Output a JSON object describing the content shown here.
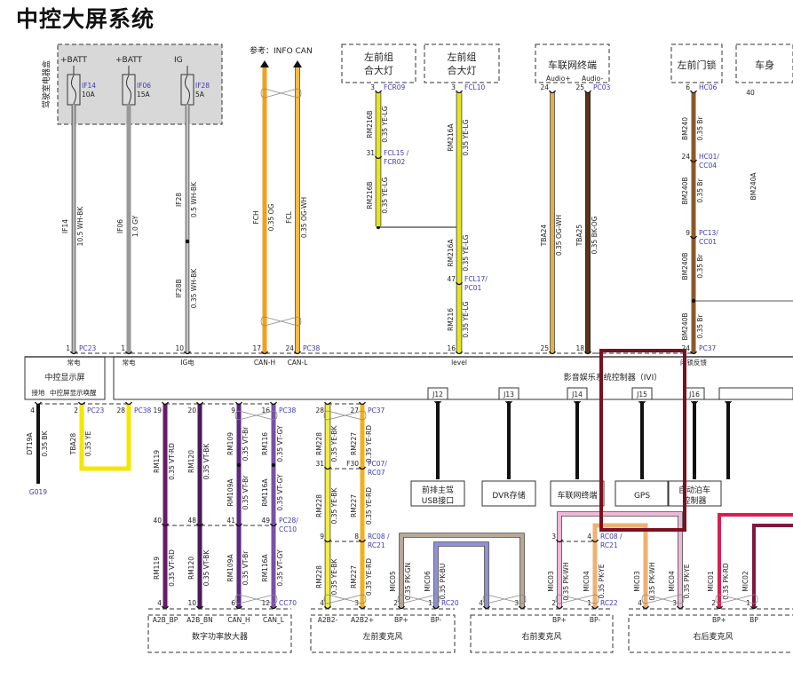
{
  "title": "中控大屏系统",
  "highlight_color": "#7a1020",
  "fuse_box": {
    "label": "驾驶室电器盒",
    "fuses": [
      {
        "supply": "+BATT",
        "id": "IF14",
        "rating": "10A"
      },
      {
        "supply": "+BATT",
        "id": "IF06",
        "rating": "15A"
      },
      {
        "supply": "IG",
        "id": "IF28",
        "rating": "5A"
      }
    ]
  },
  "can_ref": "参考：INFO CAN",
  "top_components": [
    {
      "lines": [
        "左前组",
        "合大灯"
      ],
      "pins": []
    },
    {
      "lines": [
        "左前组",
        "合大灯"
      ],
      "pins": []
    },
    {
      "lines": [
        "车联网终端"
      ],
      "pins": [
        "Audio+",
        "Audio-"
      ]
    },
    {
      "lines": [
        "左前门锁"
      ],
      "pins": []
    },
    {
      "lines": [
        "车身"
      ],
      "pins": []
    }
  ],
  "partial_right": {
    "pin": "40",
    "wire": "BM240A"
  },
  "display": {
    "name": "中控显示屏",
    "top_pins": [
      "常电"
    ],
    "bottom_pins": [
      "接地",
      "中控屏显示唤醒"
    ]
  },
  "ivi": {
    "name": "影音娱乐系统控制器（IVI）",
    "top_pins": [
      "常电",
      "IG电",
      "CAN-H",
      "CAN-L",
      "level",
      "闭锁反馈"
    ],
    "outputs": [
      {
        "j": "J12",
        "device": [
          "前排主驾",
          "USB接口"
        ]
      },
      {
        "j": "J13",
        "device": [
          "DVR存储"
        ]
      },
      {
        "j": "J14",
        "device": [
          "车联网终端"
        ]
      },
      {
        "j": "J15",
        "device": [
          "GPS"
        ]
      },
      {
        "j": "J16",
        "device": [
          "自动泊车",
          "控制器"
        ]
      },
      {
        "j": "",
        "device": []
      }
    ]
  },
  "bottom_components": [
    {
      "name": "数字功率放大器",
      "pins": [
        "A2B_BP",
        "A2B_BN",
        "CAN_H",
        "CAN_L"
      ]
    },
    {
      "name": "左前麦克风",
      "pins": [
        "A2B2-",
        "A2B2+",
        "BP+",
        "BP-"
      ]
    },
    {
      "name": "右前麦克风",
      "pins": [
        "BP+",
        "BP-"
      ]
    },
    {
      "name": "右后麦克风",
      "pins": [
        "BP+",
        "BP"
      ]
    }
  ],
  "ground": "G019",
  "wires": [
    {
      "color": "#b8b8b8",
      "segments": [
        {
          "code": "IF14",
          "spec": "10.5 WH-BK"
        }
      ],
      "pins": [
        {
          "n": "1",
          "c": [
            "PC23"
          ]
        }
      ]
    },
    {
      "color": "#9a9a9a",
      "segments": [
        {
          "code": "IF06",
          "spec": "1.0 GY"
        }
      ],
      "pins": [
        {
          "n": "1",
          "c": []
        }
      ]
    },
    {
      "color": "#c4c4c4",
      "segments": [
        {
          "code": "IF28",
          "spec": "0.5 WH-BK"
        },
        {
          "code": "IF28B",
          "spec": "0.35 WH-BK"
        }
      ],
      "pins": [
        {
          "n": "10",
          "c": []
        }
      ]
    },
    {
      "color": "#f0a020",
      "segments": [
        {
          "code": "FCH",
          "spec": "0.35 OG"
        }
      ],
      "pins": [
        {
          "n": "17",
          "c": []
        }
      ]
    },
    {
      "color": "#f5bc45",
      "segments": [
        {
          "code": "FCL",
          "spec": "0.35 OG-WH"
        }
      ],
      "pins": [
        {
          "n": "24",
          "c": [
            "PC38"
          ]
        }
      ]
    },
    {
      "color": "#e6e620",
      "segments": [
        {
          "code": "RM216B",
          "spec": "0.35 YE-LG"
        },
        {
          "code": "RM216B",
          "spec": "0.35 YE-LG"
        }
      ],
      "pins": [
        {
          "n": "3",
          "c": [
            "FCR09"
          ]
        },
        {
          "n": "31",
          "c": [
            "FCL15 /",
            "FCR02"
          ]
        }
      ]
    },
    {
      "color": "#e6e620",
      "segments": [
        {
          "code": "RM216A",
          "spec": "0.35 YE-LG"
        },
        {
          "code": "RM216A",
          "spec": "0.35 YE-LG"
        },
        {
          "code": "RM216",
          "spec": "0.35 YE-LG"
        }
      ],
      "pins": [
        {
          "n": "3",
          "c": [
            "FCL10"
          ]
        },
        {
          "n": "47",
          "c": [
            "FCL17/",
            "PC01"
          ]
        },
        {
          "n": "16",
          "c": []
        }
      ]
    },
    {
      "color": "#e8b040",
      "segments": [
        {
          "code": "TBA24",
          "spec": "0.35 OG-WH"
        }
      ],
      "pins": [
        {
          "n": "24",
          "c": []
        },
        {
          "n": "25",
          "c": []
        }
      ]
    },
    {
      "color": "#5a3414",
      "segments": [
        {
          "code": "TBA25",
          "spec": "0.35 BK-OG"
        }
      ],
      "pins": [
        {
          "n": "25",
          "c": [
            "PC03"
          ]
        },
        {
          "n": "18",
          "c": []
        }
      ]
    },
    {
      "color": "#8b5a2b",
      "segments": [
        {
          "code": "BM240",
          "spec": "0.35 Br"
        },
        {
          "code": "BM240B",
          "spec": "0.35 Br"
        },
        {
          "code": "BM240B",
          "spec": "0.35 Br"
        },
        {
          "code": "BM240B",
          "spec": "0.35 Br"
        }
      ],
      "pins": [
        {
          "n": "6",
          "c": [
            "HC06"
          ]
        },
        {
          "n": "24",
          "c": [
            "HC01/",
            "CC04"
          ]
        },
        {
          "n": "9",
          "c": [
            "PC13/",
            "CC01"
          ]
        },
        {
          "n": "24",
          "c": [
            "PC37"
          ]
        }
      ]
    },
    {
      "color": "#111111",
      "segments": [
        {
          "code": "DT19A",
          "spec": "0.35 BK"
        }
      ],
      "pins": [
        {
          "n": "4",
          "c": []
        }
      ]
    },
    {
      "color": "#f5e600",
      "segments": [
        {
          "code": "TBA28",
          "spec": "0.35 YE"
        }
      ],
      "pins": [
        {
          "n": "2",
          "c": [
            "PC23"
          ]
        },
        {
          "n": "28",
          "c": [
            "PC38"
          ]
        }
      ]
    },
    {
      "color": "#6a1a6a",
      "segments": [
        {
          "code": "RM119",
          "spec": "0.35 VT-RD"
        },
        {
          "code": "RM119",
          "spec": "0.35 VT-RD"
        }
      ],
      "pins": [
        {
          "n": "19",
          "c": []
        },
        {
          "n": "40",
          "c": []
        },
        {
          "n": "4",
          "c": []
        }
      ]
    },
    {
      "color": "#4a1a5a",
      "segments": [
        {
          "code": "RM120",
          "spec": "0.35 VT-BK"
        },
        {
          "code": "RM120",
          "spec": "0.35 VT-BK"
        }
      ],
      "pins": [
        {
          "n": "20",
          "c": []
        },
        {
          "n": "48",
          "c": []
        },
        {
          "n": "10",
          "c": []
        }
      ]
    },
    {
      "color": "#5a2a80",
      "segments": [
        {
          "code": "RM109",
          "spec": "0.35 VT-Br"
        },
        {
          "code": "RM109A",
          "spec": "0.35 VT-Br"
        },
        {
          "code": "RM109A",
          "spec": "0.35 VT-Br"
        }
      ],
      "pins": [
        {
          "n": "9",
          "c": []
        },
        {
          "n": "41",
          "c": []
        },
        {
          "n": "6",
          "c": []
        }
      ]
    },
    {
      "color": "#7a50a8",
      "segments": [
        {
          "code": "RM116",
          "spec": "0.35 VT-GY"
        },
        {
          "code": "RM116A",
          "spec": "0.35 VT-GY"
        },
        {
          "code": "RM116A",
          "spec": "0.35 VT-GY"
        }
      ],
      "pins": [
        {
          "n": "16",
          "c": [
            "PC38"
          ]
        },
        {
          "n": "49",
          "c": [
            "PC28/",
            "CC10"
          ]
        },
        {
          "n": "12",
          "c": [
            "CC70"
          ]
        }
      ]
    },
    {
      "color": "#f0ee40",
      "segments": [
        {
          "code": "RM228",
          "spec": "0.35 YE-BK"
        },
        {
          "code": "RM228",
          "spec": "0.35 YE-BK"
        },
        {
          "code": "RM228",
          "spec": "0.35 YE-BK"
        }
      ],
      "pins": [
        {
          "n": "28",
          "c": []
        },
        {
          "n": "31",
          "c": []
        },
        {
          "n": "9",
          "c": []
        },
        {
          "n": "4",
          "c": []
        }
      ]
    },
    {
      "color": "#f0b020",
      "segments": [
        {
          "code": "RM227",
          "spec": "0.35 YE-RD"
        },
        {
          "code": "RM227",
          "spec": "0.35 YE-RD"
        },
        {
          "code": "RM227",
          "spec": "0.35 YE-RD"
        }
      ],
      "pins": [
        {
          "n": "27",
          "c": [
            "PC37"
          ]
        },
        {
          "n": "F30",
          "c": [
            "PC07/",
            "RC07"
          ]
        },
        {
          "n": "8",
          "c": [
            "RC08 /",
            "RC21"
          ]
        },
        {
          "n": "3",
          "c": []
        }
      ]
    },
    {
      "color": "#b8a898",
      "segments": [
        {
          "code": "MIC05",
          "spec": "0.35 PK-GN"
        }
      ],
      "pins": [
        {
          "n": "2",
          "c": []
        },
        {
          "n": "3",
          "c": []
        }
      ]
    },
    {
      "color": "#9090d8",
      "segments": [
        {
          "code": "MIC06",
          "spec": "0.35 PK-BU"
        }
      ],
      "pins": [
        {
          "n": "1",
          "c": [
            "RC20"
          ]
        },
        {
          "n": "4",
          "c": []
        }
      ]
    },
    {
      "color": "#f0b8d8",
      "segments": [
        {
          "code": "MIC03",
          "spec": "0.35 PK-WH"
        },
        {
          "code": "MIC04",
          "spec": "0.35 PK-YE"
        }
      ],
      "pins": [
        {
          "n": "3",
          "c": []
        },
        {
          "n": "2",
          "c": []
        },
        {
          "n": "3",
          "c": []
        }
      ]
    },
    {
      "color": "#f0b070",
      "segments": [
        {
          "code": "MIC04",
          "spec": "0.35 PK-YE"
        },
        {
          "code": "MIC03",
          "spec": "0.35 PK-WH"
        }
      ],
      "pins": [
        {
          "n": "4",
          "c": [
            "RC08 /",
            "RC21"
          ]
        },
        {
          "n": "1",
          "c": [
            "RC22"
          ]
        },
        {
          "n": "4",
          "c": []
        }
      ]
    },
    {
      "color": "#d82050",
      "segments": [
        {
          "code": "MIC01",
          "spec": "0.35 PK-RD"
        }
      ],
      "pins": [
        {
          "n": "2",
          "c": []
        }
      ]
    },
    {
      "color": "#801840",
      "segments": [
        {
          "code": "MIC02",
          "spec": ""
        }
      ],
      "pins": [
        {
          "n": "1",
          "c": []
        }
      ]
    }
  ]
}
